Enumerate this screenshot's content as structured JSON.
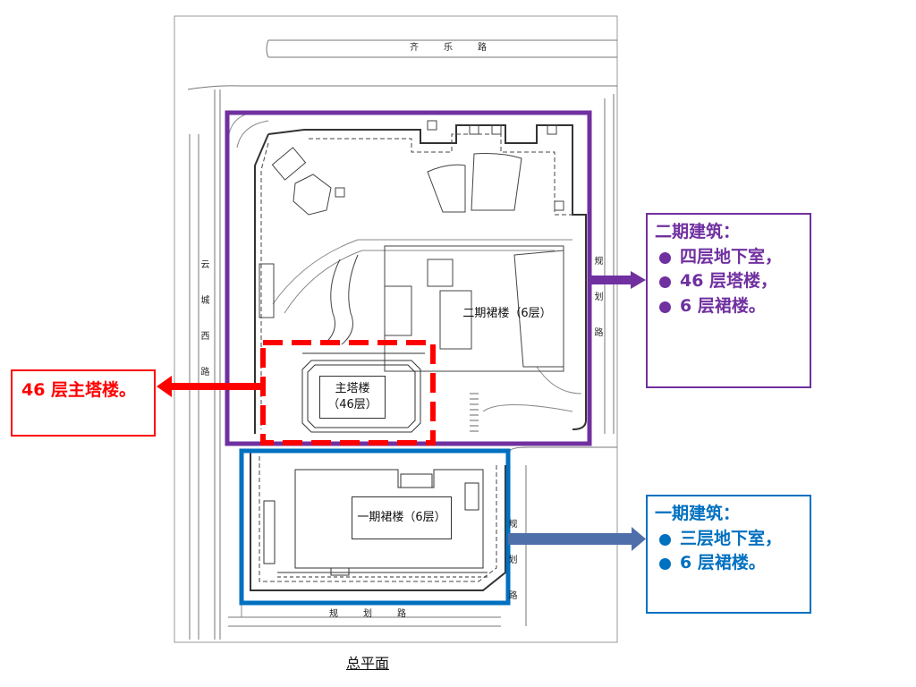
{
  "roads": {
    "north": "齐乐路",
    "west": "云城西路",
    "east_upper": "规划路",
    "east_lower": "规划路",
    "south": "规划路"
  },
  "buildings": {
    "main_tower_line1": "主塔楼",
    "main_tower_line2": "（46层）",
    "phase2_podium": "二期裙楼（6层）",
    "phase1_podium": "一期裙楼（6层）"
  },
  "callouts": {
    "phase2": {
      "title": "二期建筑：",
      "items": [
        "四层地下室，",
        "46 层塔楼，",
        "6 层裙楼。"
      ],
      "color": "#7030a0"
    },
    "phase1": {
      "title": "一期建筑：",
      "items": [
        "三层地下室，",
        "6 层裙楼。"
      ],
      "color": "#0070c0"
    },
    "tower": {
      "text": "46 层主塔楼。",
      "color": "#ff0000"
    }
  },
  "caption": "总平面"
}
